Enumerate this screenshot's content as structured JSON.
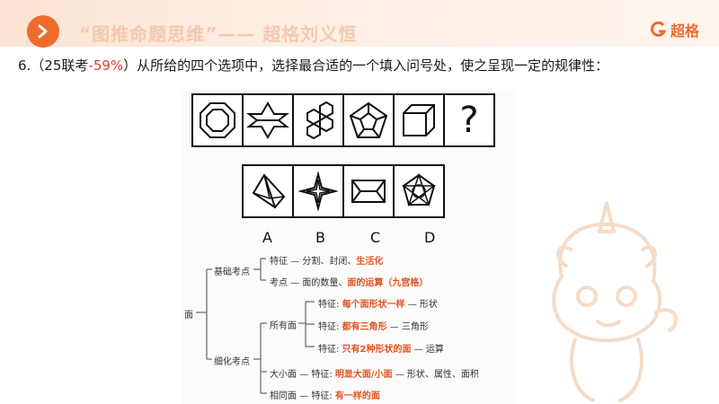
{
  "header": {
    "title": "“图推命题思维”—— 超格刘义恒",
    "brand": "超格",
    "accent": "#ef6a2c"
  },
  "question": {
    "prefix": "6.（25联考",
    "pct": "-59%",
    "suffix": "）从所给的四个选项中，选择最合适的一个填入问号处，使之呈现一定的规律性："
  },
  "puzzle": {
    "question_mark": "?",
    "options": [
      "A",
      "B",
      "C",
      "D"
    ]
  },
  "mindmap": {
    "root": "面",
    "basic": {
      "label": "基础考点",
      "feature_prefix": "特征 — 分割、封闭、",
      "feature_red": "生活化",
      "point_prefix": "考点 — 面的数量、",
      "point_red": "面的运算（九宫格）"
    },
    "detail": {
      "label": "细化考点",
      "all_faces": {
        "label": "所有面",
        "items": [
          {
            "prefix": "特征: ",
            "red": "每个面形状一样",
            "suffix": " — 形状"
          },
          {
            "prefix": "特征: ",
            "red": "都有三角形",
            "suffix": " — 三角形"
          },
          {
            "prefix": "特征: ",
            "red": "只有2种形状的面",
            "suffix": " — 运算"
          }
        ]
      },
      "size_faces": {
        "label": "大小面",
        "prefix": "— 特征: ",
        "red": "明显大面/小面",
        "suffix": " — 形状、属性、面积"
      },
      "same_faces": {
        "label": "相同面",
        "prefix": "— 特征: ",
        "red": "有一样的面",
        "suffix": ""
      }
    }
  }
}
